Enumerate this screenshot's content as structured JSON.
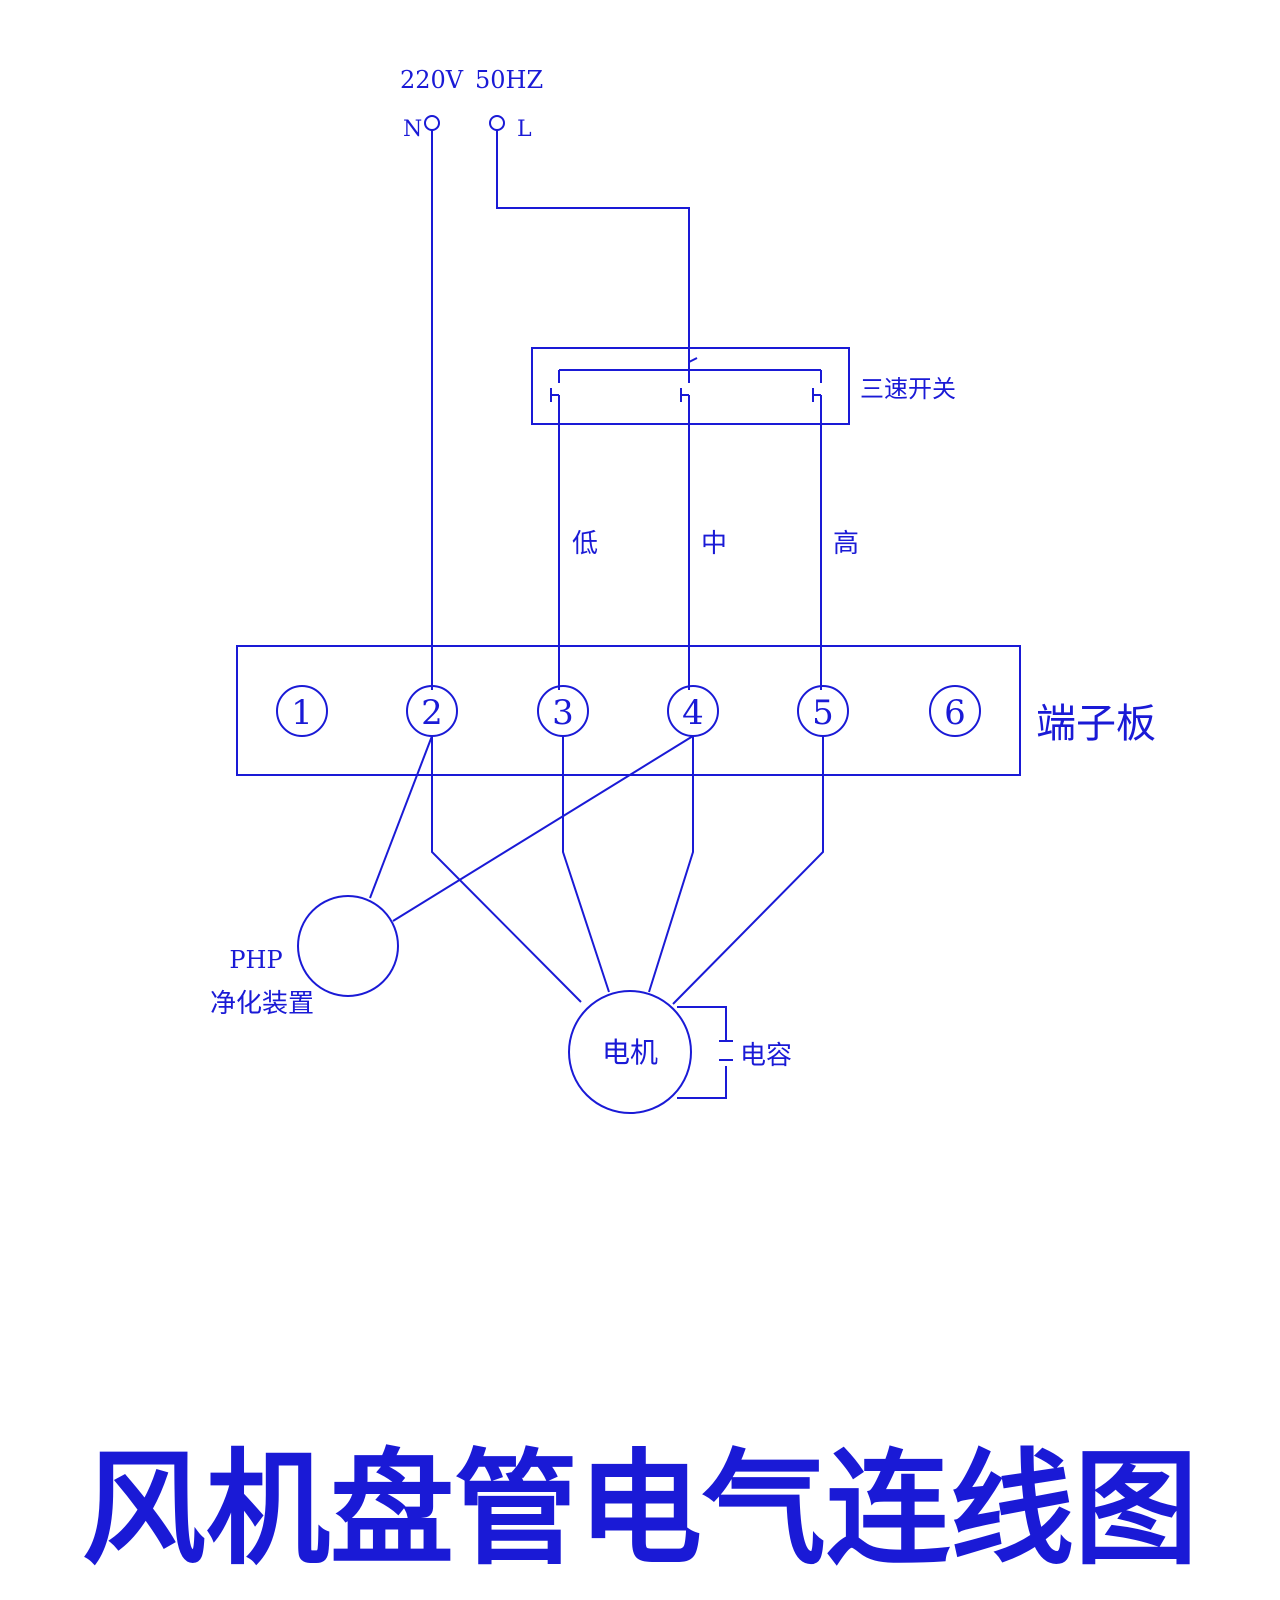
{
  "power": {
    "voltage": "220V",
    "frequency": "50HZ",
    "neutral": "N",
    "live": "L"
  },
  "switch": {
    "label": "三速开关"
  },
  "speeds": {
    "low": "低",
    "mid": "中",
    "high": "高"
  },
  "terminal_board": {
    "label": "端子板",
    "terminals": [
      "1",
      "2",
      "3",
      "4",
      "5",
      "6"
    ]
  },
  "purifier": {
    "line1": "PHP",
    "line2": "净化装置"
  },
  "motor": {
    "label": "电机"
  },
  "capacitor": {
    "label": "电容"
  },
  "title": "风机盘管电气连线图",
  "colors": {
    "line": "#1a1ad6",
    "background": "#ffffff"
  }
}
